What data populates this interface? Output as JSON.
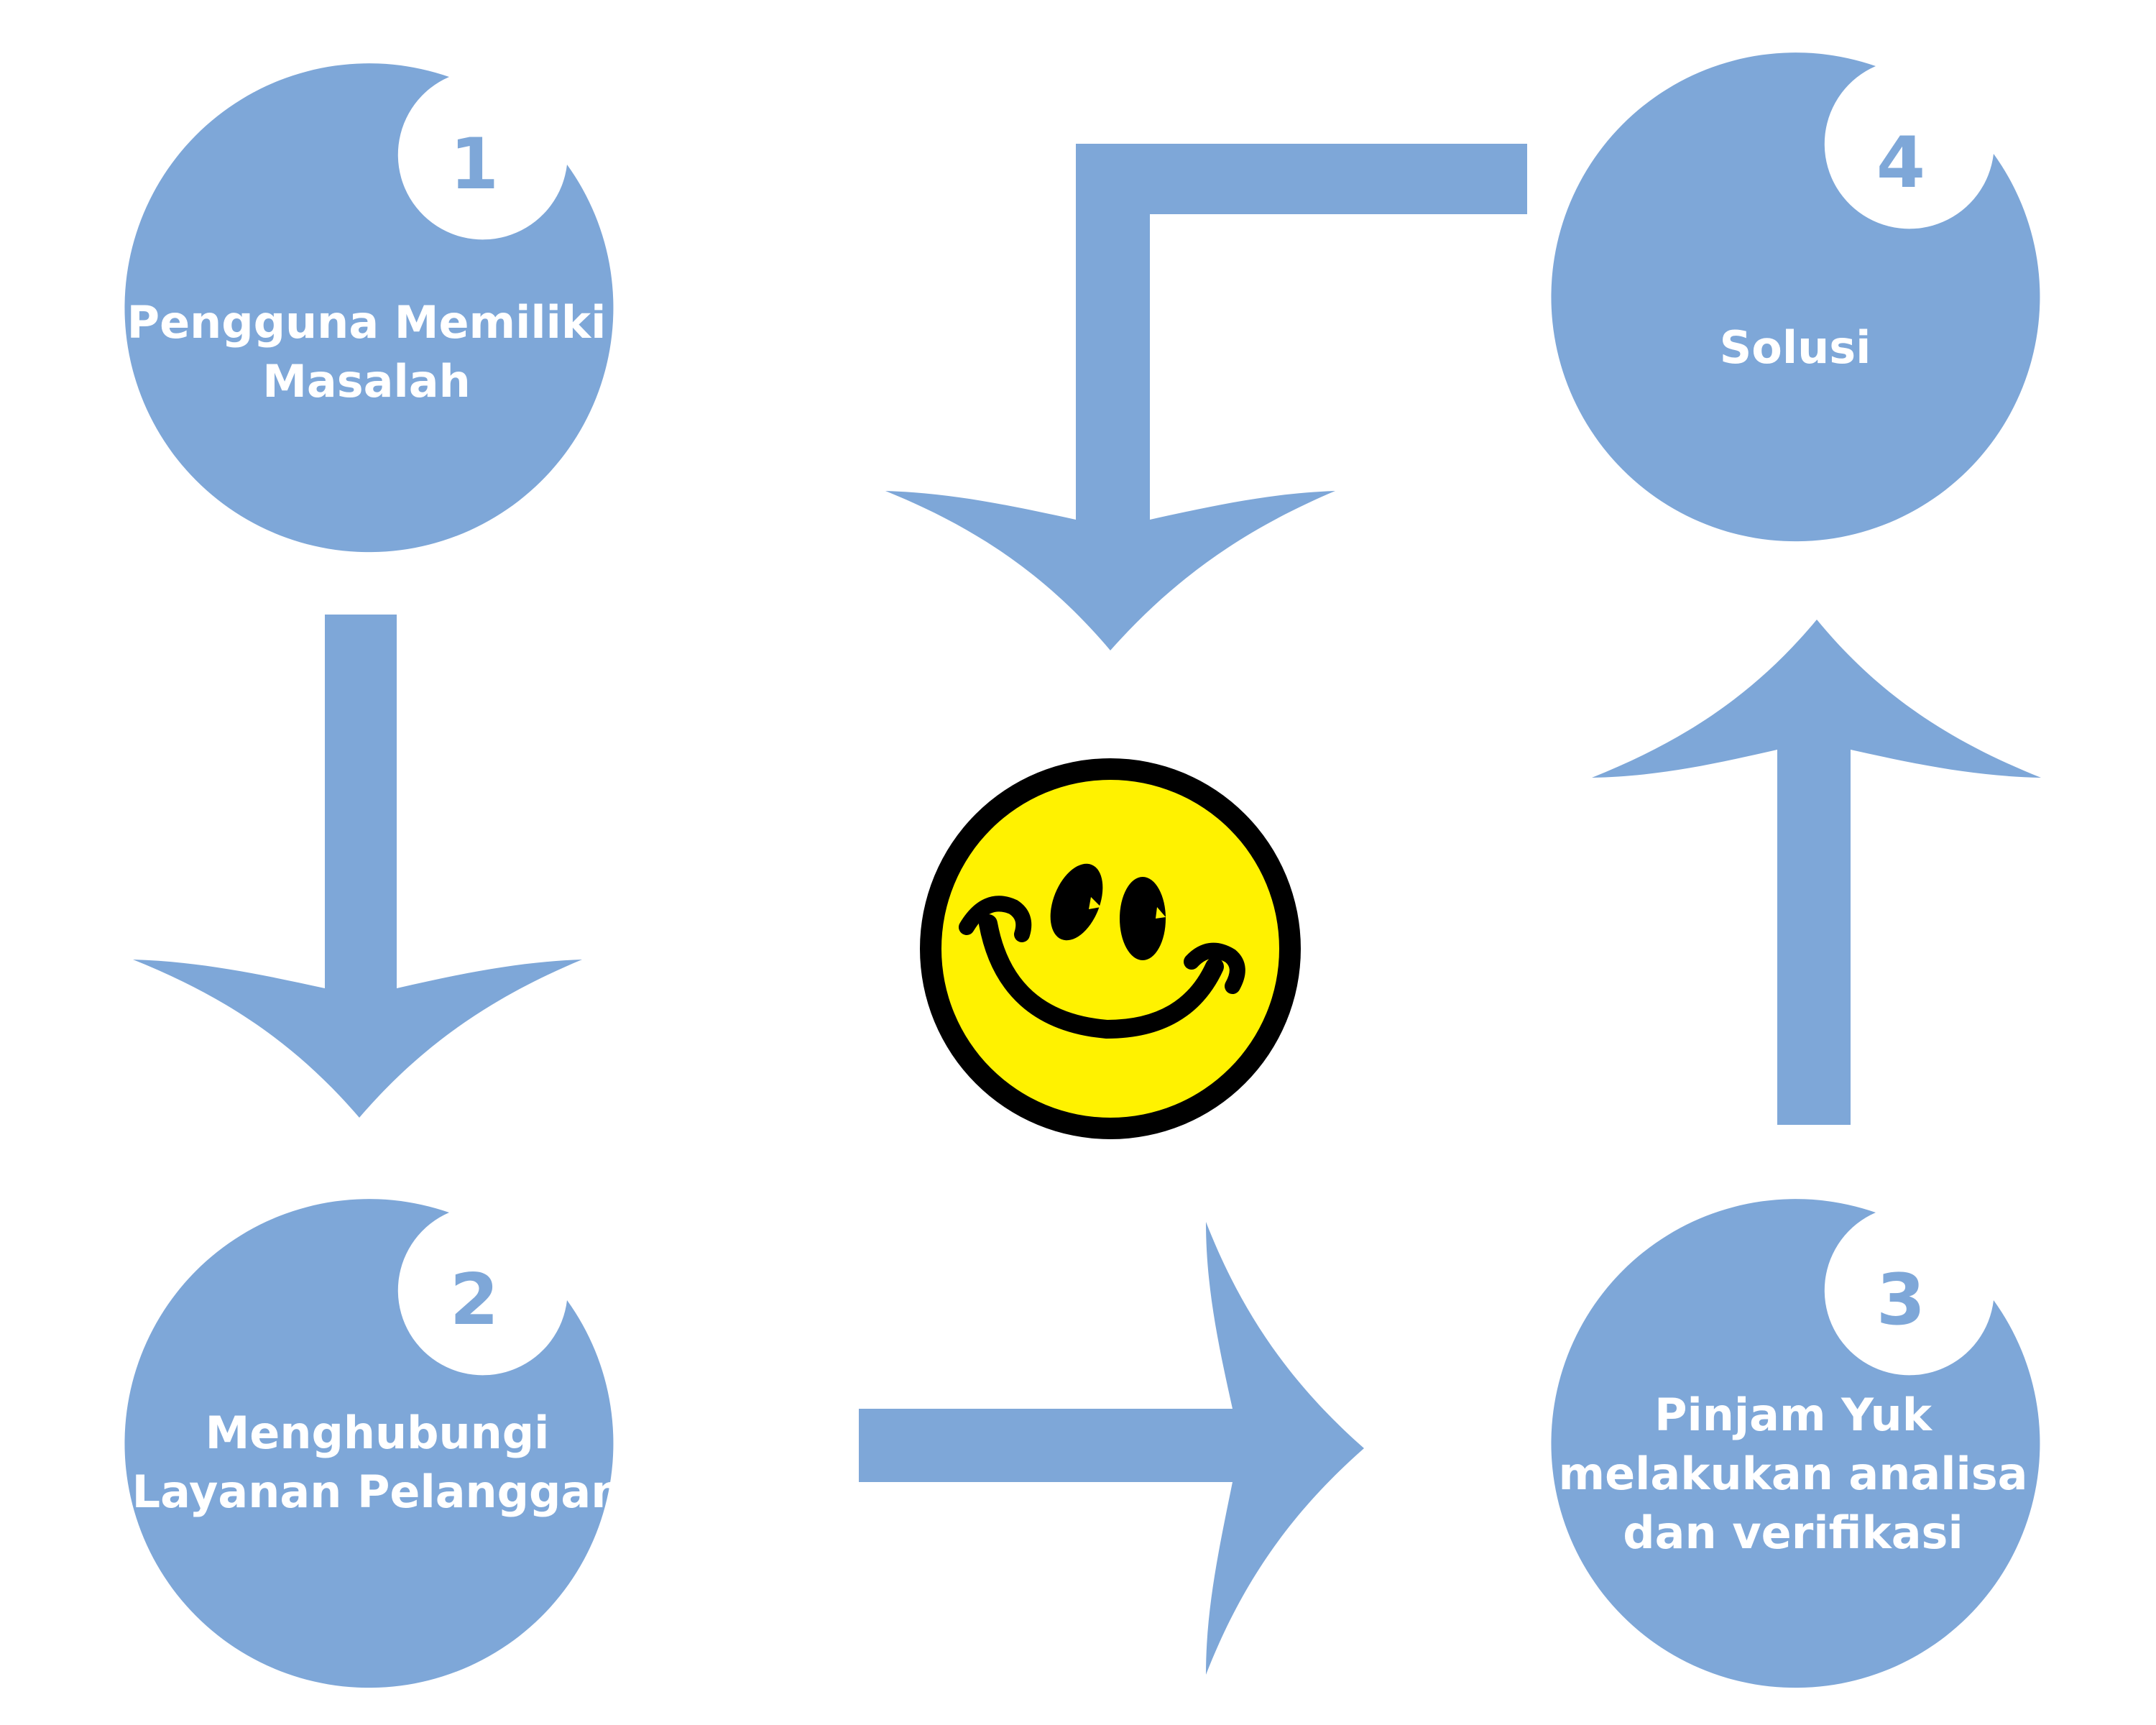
{
  "colors": {
    "step": "#7EA7D8",
    "background": "#FFFFFF",
    "face": "#FFF200",
    "outline": "#000000"
  },
  "steps": [
    {
      "number": "1",
      "lines": [
        "Pengguna Memiliki",
        "Masalah"
      ]
    },
    {
      "number": "2",
      "lines": [
        "Menghubungi",
        "Layanan Pelanggan"
      ]
    },
    {
      "number": "3",
      "lines": [
        "Pinjam Yuk",
        "melakukan analisa",
        "dan verifikasi"
      ]
    },
    {
      "number": "4",
      "lines": [
        "Solusi"
      ]
    }
  ],
  "center_icon": "smiley-face-icon"
}
